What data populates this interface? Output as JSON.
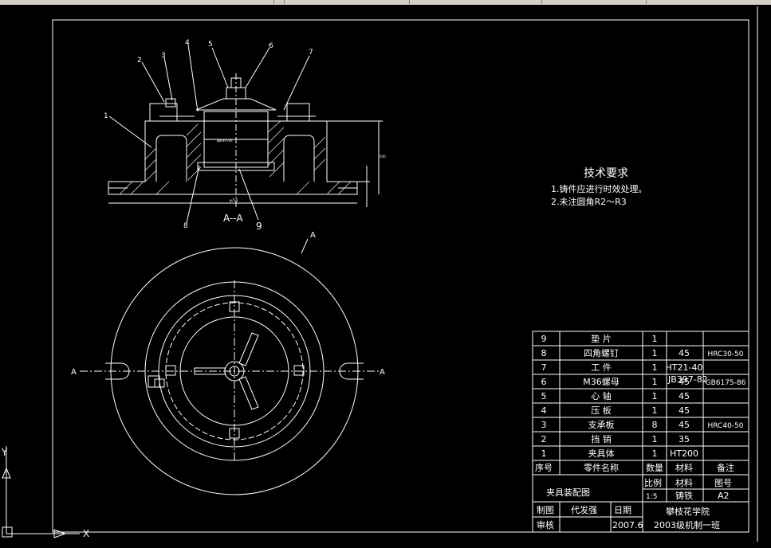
{
  "tech_req": {
    "title": "技术要求",
    "line1": "1.铸件应进行时效处理。",
    "line2": "2.未注圆角R2～R3"
  },
  "balloons": [
    "1",
    "2",
    "3",
    "4",
    "5",
    "6",
    "7",
    "8",
    "9"
  ],
  "section_label": "A--A",
  "section_num": "9",
  "cut_mark": "A",
  "axis": {
    "y": "Y",
    "x": "X"
  },
  "colors": {
    "line": "#ffffff",
    "background": "#000000"
  },
  "parts": [
    {
      "no": "9",
      "name": "垫    片",
      "qty": "1",
      "material": "",
      "note": ""
    },
    {
      "no": "8",
      "name": "四角螺钉",
      "qty": "1",
      "material": "45",
      "note": "HRC30-50"
    },
    {
      "no": "7",
      "name": "工    件",
      "qty": "1",
      "material": "HT21-40",
      "note": ""
    },
    {
      "no": "6",
      "name": "M36螺母",
      "qty": "1",
      "material": "45",
      "note": "GB6175-86"
    },
    {
      "no": "5",
      "name": "心    轴",
      "qty": "1",
      "material": "45",
      "note": ""
    },
    {
      "no": "4",
      "name": "压    板",
      "qty": "1",
      "material": "45",
      "note": ""
    },
    {
      "no": "3",
      "name": "支承板",
      "qty": "8",
      "material": "45",
      "note": "HRC40-50"
    },
    {
      "no": "2",
      "name": "挡    销",
      "qty": "1",
      "material": "35",
      "note": ""
    },
    {
      "no": "1",
      "name": "夹具体",
      "qty": "1",
      "material": "HT200",
      "note": ""
    }
  ],
  "extra_note": "JB397-82",
  "headers": {
    "no": "序号",
    "name": "零件名称",
    "qty": "数量",
    "material": "材料",
    "note": "备注"
  },
  "title_block": {
    "drawing_name": "夹具装配图",
    "scale_label": "比例",
    "material_label": "材料",
    "drawing_no_label": "图号",
    "scale": "1:5",
    "material": "铸铁",
    "drawing_no": "A2",
    "drawn_label": "制图",
    "drawn_by": "代发强",
    "date_label": "日期",
    "check_label": "审核",
    "date": "2007.6",
    "school": "攀枝花学院",
    "class": "2003级机制一班"
  }
}
